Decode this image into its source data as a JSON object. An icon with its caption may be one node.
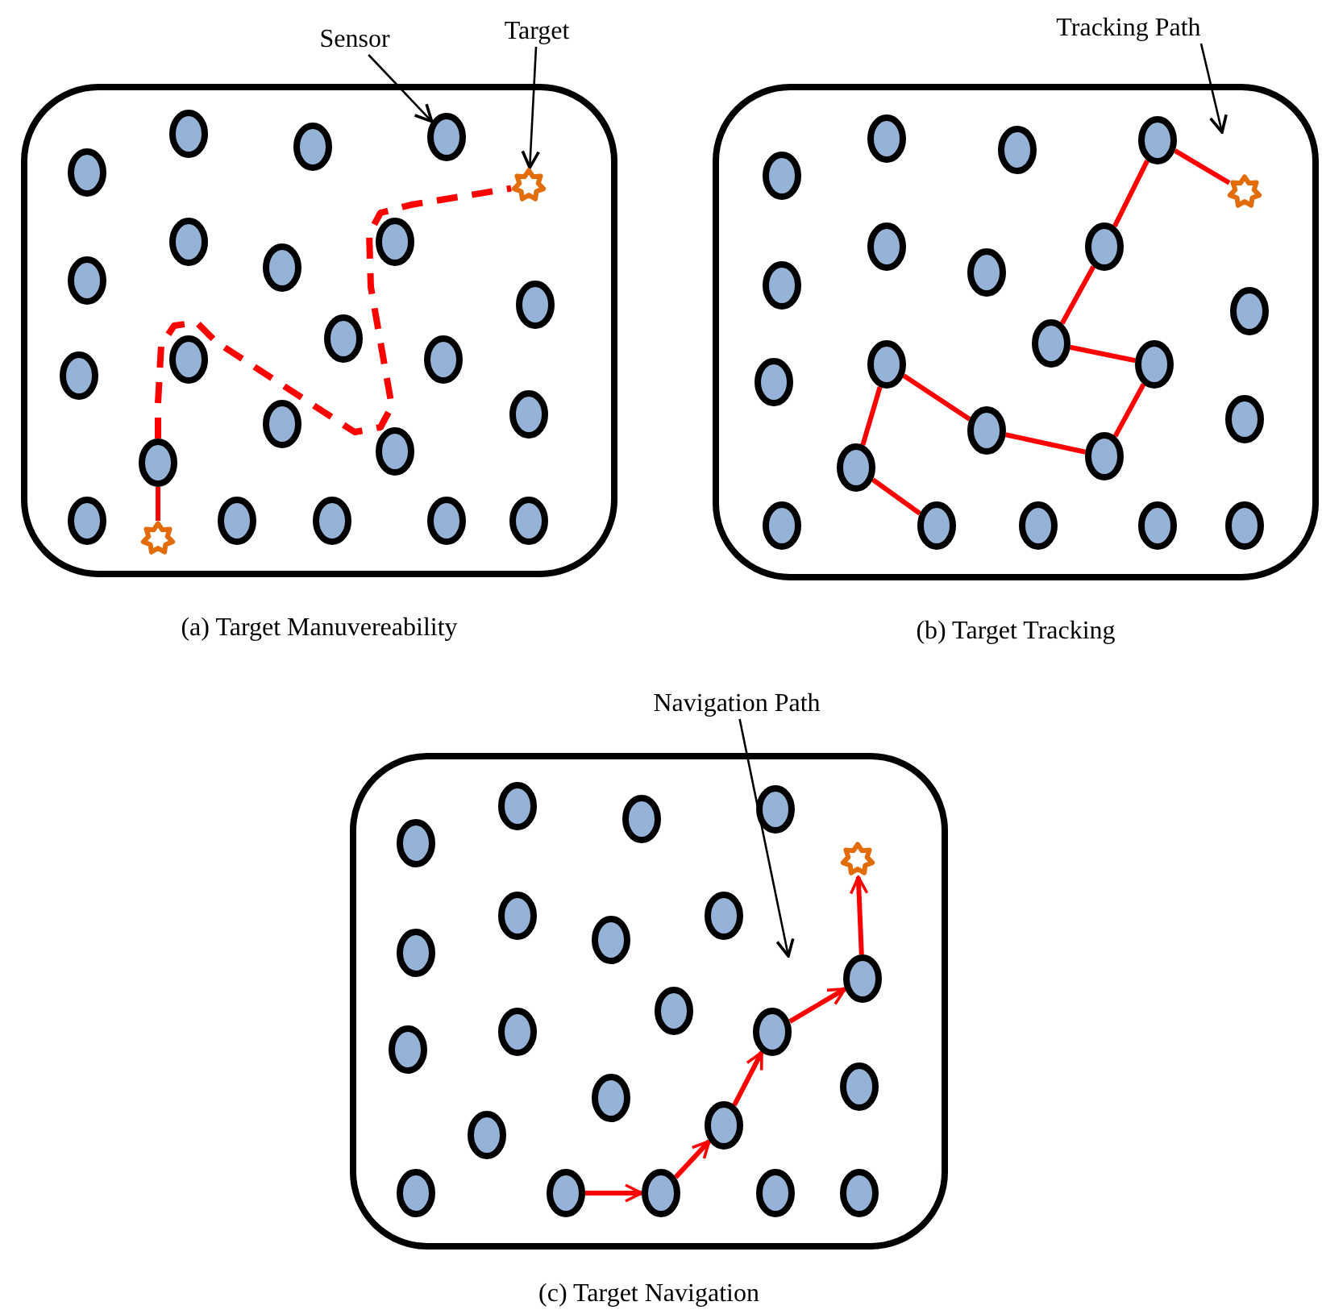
{
  "diagram": {
    "nodes": [
      {
        "text": [
          "(a) Target Manuvereability"
        ]
      },
      {
        "text": [],
        "shape": "ellipse",
        "in": 0
      },
      {
        "text": [],
        "shape": "ellipse",
        "in": 0
      },
      {
        "text": [],
        "shape": "ellipse",
        "in": 0
      },
      {
        "text": [],
        "shape": "ellipse",
        "in": 0
      },
      {
        "text": [],
        "shape": "ellipse",
        "in": 0
      },
      {
        "text": [],
        "shape": "ellipse",
        "in": 0
      },
      {
        "text": [],
        "shape": "ellipse",
        "in": 0
      },
      {
        "text": [],
        "shape": "ellipse",
        "in": 0
      },
      {
        "text": [],
        "shape": "ellipse",
        "in": 0
      },
      {
        "text": [],
        "shape": "ellipse",
        "in": 0
      },
      {
        "text": [],
        "shape": "ellipse",
        "in": 0
      },
      {
        "text": [],
        "shape": "ellipse",
        "in": 0
      },
      {
        "text": [],
        "shape": "ellipse",
        "in": 0
      },
      {
        "text": [],
        "shape": "ellipse",
        "in": 0
      },
      {
        "text": [],
        "shape": "ellipse",
        "in": 0
      },
      {
        "text": [],
        "shape": "ellipse",
        "in": 0
      },
      {
        "text": [],
        "shape": "ellipse",
        "in": 0
      },
      {
        "text": [],
        "shape": "ellipse",
        "in": 0
      },
      {
        "text": [],
        "shape": "ellipse",
        "in": 0
      },
      {
        "text": [],
        "shape": "ellipse",
        "in": 0
      },
      {
        "text": [],
        "shape": "ellipse",
        "in": 0
      },
      {
        "text": [],
        "shape": "ellipse",
        "in": 0
      },
      {
        "text": [],
        "shape": "star",
        "in": 0
      },
      {
        "text": [],
        "shape": "star",
        "in": 0
      },
      {
        "text": [
          "(b) Target Tracking"
        ]
      },
      {
        "text": [],
        "shape": "ellipse",
        "in": 25
      },
      {
        "text": [],
        "shape": "ellipse",
        "in": 25
      },
      {
        "text": [],
        "shape": "ellipse",
        "in": 25
      },
      {
        "text": [],
        "shape": "ellipse",
        "in": 25
      },
      {
        "text": [],
        "shape": "ellipse",
        "in": 25
      },
      {
        "text": [],
        "shape": "ellipse",
        "in": 25
      },
      {
        "text": [],
        "shape": "ellipse",
        "in": 25
      },
      {
        "text": [],
        "shape": "ellipse",
        "in": 25
      },
      {
        "text": [],
        "shape": "ellipse",
        "in": 25
      },
      {
        "text": [],
        "shape": "ellipse",
        "in": 25
      },
      {
        "text": [],
        "shape": "ellipse",
        "in": 25
      },
      {
        "text": [],
        "shape": "ellipse",
        "in": 25
      },
      {
        "text": [],
        "shape": "ellipse",
        "in": 25
      },
      {
        "text": [],
        "shape": "ellipse",
        "in": 25
      },
      {
        "text": [],
        "shape": "ellipse",
        "in": 25
      },
      {
        "text": [],
        "shape": "ellipse",
        "in": 25
      },
      {
        "text": [],
        "shape": "ellipse",
        "in": 25
      },
      {
        "text": [],
        "shape": "ellipse",
        "in": 25
      },
      {
        "text": [],
        "shape": "ellipse",
        "in": 25
      },
      {
        "text": [],
        "shape": "ellipse",
        "in": 25
      },
      {
        "text": [],
        "shape": "ellipse",
        "in": 25
      },
      {
        "text": [],
        "shape": "ellipse",
        "in": 25
      },
      {
        "text": [],
        "shape": "star",
        "in": 25
      },
      {
        "text": [
          "(c) Target Navigation"
        ]
      },
      {
        "text": [],
        "shape": "ellipse",
        "in": 49
      },
      {
        "text": [],
        "shape": "ellipse",
        "in": 49
      },
      {
        "text": [],
        "shape": "ellipse",
        "in": 49
      },
      {
        "text": [],
        "shape": "ellipse",
        "in": 49
      },
      {
        "text": [],
        "shape": "ellipse",
        "in": 49
      },
      {
        "text": [],
        "shape": "ellipse",
        "in": 49
      },
      {
        "text": [],
        "shape": "ellipse",
        "in": 49
      },
      {
        "text": [],
        "shape": "ellipse",
        "in": 49
      },
      {
        "text": [],
        "shape": "ellipse",
        "in": 49
      },
      {
        "text": [],
        "shape": "ellipse",
        "in": 49
      },
      {
        "text": [],
        "shape": "ellipse",
        "in": 49
      },
      {
        "text": [],
        "shape": "ellipse",
        "in": 49
      },
      {
        "text": [],
        "shape": "ellipse",
        "in": 49
      },
      {
        "text": [],
        "shape": "ellipse",
        "in": 49
      },
      {
        "text": [],
        "shape": "ellipse",
        "in": 49
      },
      {
        "text": [],
        "shape": "ellipse",
        "in": 49
      },
      {
        "text": [],
        "shape": "ellipse",
        "in": 49
      },
      {
        "text": [],
        "shape": "ellipse",
        "in": 49
      },
      {
        "text": [],
        "shape": "ellipse",
        "in": 49
      },
      {
        "text": [],
        "shape": "ellipse",
        "in": 49
      },
      {
        "text": [],
        "shape": "ellipse",
        "in": 49
      },
      {
        "text": [],
        "shape": "ellipse",
        "in": 49
      },
      {
        "text": [],
        "shape": "star",
        "in": 49
      },
      {
        "text": [
          "Sensor"
        ]
      },
      {
        "text": [
          "Target"
        ]
      },
      {
        "text": [
          "Tracking Path"
        ]
      },
      {
        "text": [
          "Navigation Path"
        ]
      }
    ],
    "edges": [
      {
        "from": 24,
        "to": 17,
        "arrow": "none"
      },
      {
        "from": 17,
        "to": 23,
        "arrow": "none",
        "style": "dashed"
      },
      {
        "from": 44,
        "to": 42,
        "arrow": "none"
      },
      {
        "from": 42,
        "to": 36,
        "arrow": "none"
      },
      {
        "from": 36,
        "to": 39,
        "arrow": "none"
      },
      {
        "from": 39,
        "to": 40,
        "arrow": "none"
      },
      {
        "from": 40,
        "to": 38,
        "arrow": "none"
      },
      {
        "from": 38,
        "to": 37,
        "arrow": "none"
      },
      {
        "from": 37,
        "to": 32,
        "arrow": "none"
      },
      {
        "from": 32,
        "to": 29,
        "arrow": "none"
      },
      {
        "from": 29,
        "to": 48,
        "arrow": "none"
      },
      {
        "from": 68,
        "to": 69,
        "arrow": "to"
      },
      {
        "from": 69,
        "to": 64,
        "arrow": "to"
      },
      {
        "from": 64,
        "to": 61,
        "arrow": "to"
      },
      {
        "from": 61,
        "to": 62,
        "arrow": "to"
      },
      {
        "from": 62,
        "to": 72,
        "arrow": "to"
      },
      {
        "from": 73,
        "to": 4,
        "arrow": "to",
        "color": "#000000"
      },
      {
        "from": 74,
        "to": 23,
        "arrow": "to",
        "color": "#000000"
      },
      {
        "from": 75,
        "to": null,
        "arrow": "to",
        "color": "#000000"
      },
      {
        "from": 76,
        "to": null,
        "arrow": "to",
        "color": "#000000"
      }
    ]
  }
}
